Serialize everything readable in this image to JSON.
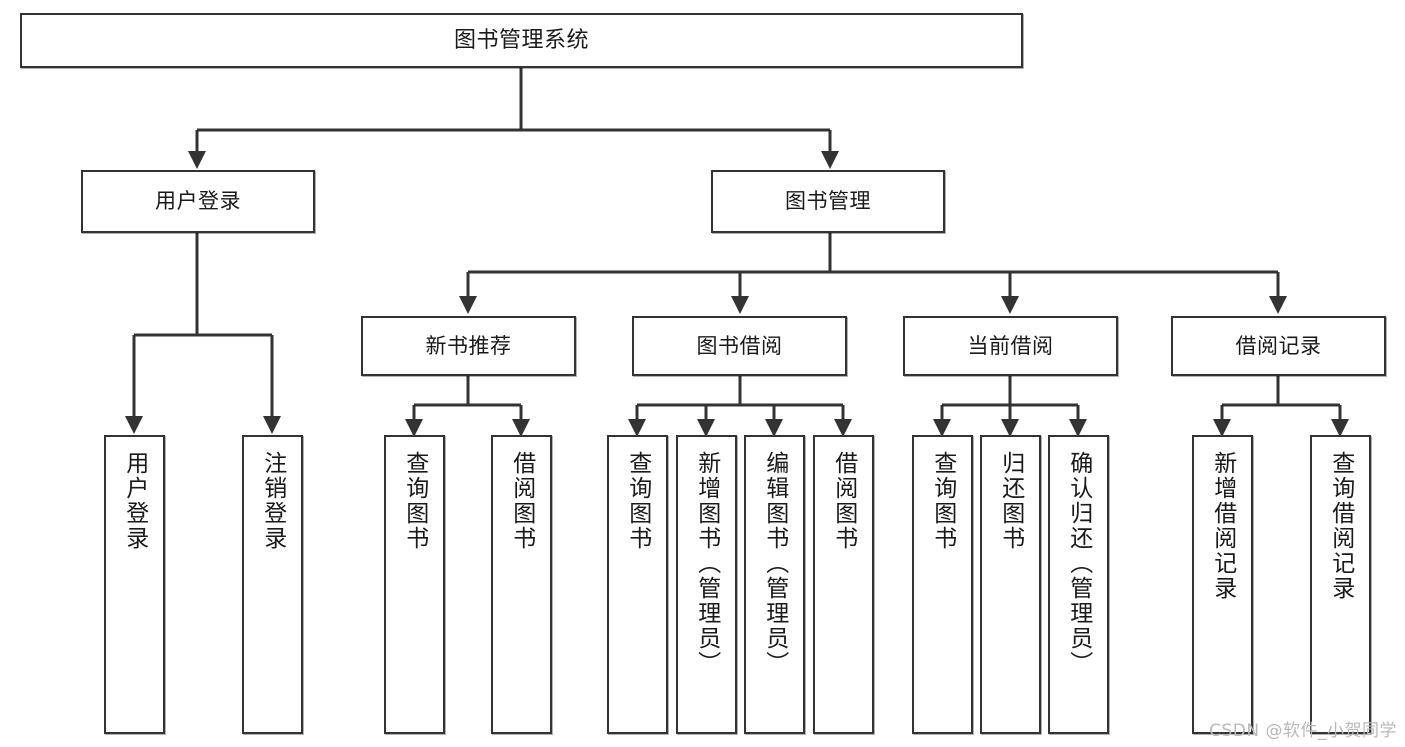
{
  "diagram": {
    "type": "tree-hierarchy",
    "title": "图书管理系统",
    "watermark": "CSDN @软件_小贺同学",
    "colors": {
      "border": "#333333",
      "background": "#ffffff",
      "text": "#1a1a1a",
      "connector": "#333333",
      "watermark": "#b9b9b9"
    },
    "levels": {
      "root": {
        "label": "图书管理系统"
      },
      "level2": [
        {
          "key": "user_login",
          "label": "用户登录"
        },
        {
          "key": "book_manage",
          "label": "图书管理"
        }
      ],
      "level3": [
        {
          "key": "new_book_rec",
          "label": "新书推荐",
          "parent": "book_manage"
        },
        {
          "key": "book_borrow",
          "label": "图书借阅",
          "parent": "book_manage"
        },
        {
          "key": "current_borrow",
          "label": "当前借阅",
          "parent": "book_manage"
        },
        {
          "key": "borrow_record",
          "label": "借阅记录",
          "parent": "book_manage"
        }
      ],
      "leaves": [
        {
          "key": "leaf_user_login",
          "label": "用户登录",
          "parent": "user_login"
        },
        {
          "key": "leaf_user_logout",
          "label": "注销登录",
          "parent": "user_login"
        },
        {
          "key": "leaf_query_book_1",
          "label": "查询图书",
          "parent": "new_book_rec"
        },
        {
          "key": "leaf_borrow_book_1",
          "label": "借阅图书",
          "parent": "new_book_rec"
        },
        {
          "key": "leaf_query_book_2",
          "label": "查询图书",
          "parent": "book_borrow"
        },
        {
          "key": "leaf_add_book",
          "label": "新增图书（管理员）",
          "parent": "book_borrow"
        },
        {
          "key": "leaf_edit_book",
          "label": "编辑图书（管理员）",
          "parent": "book_borrow"
        },
        {
          "key": "leaf_borrow_book_2",
          "label": "借阅图书",
          "parent": "book_borrow"
        },
        {
          "key": "leaf_query_book_3",
          "label": "查询图书",
          "parent": "current_borrow"
        },
        {
          "key": "leaf_return_book",
          "label": "归还图书",
          "parent": "current_borrow"
        },
        {
          "key": "leaf_confirm_return",
          "label": "确认归还（管理员）",
          "parent": "current_borrow"
        },
        {
          "key": "leaf_add_record",
          "label": "新增借阅记录",
          "parent": "borrow_record"
        },
        {
          "key": "leaf_query_record",
          "label": "查询借阅记录",
          "parent": "borrow_record"
        }
      ]
    }
  }
}
